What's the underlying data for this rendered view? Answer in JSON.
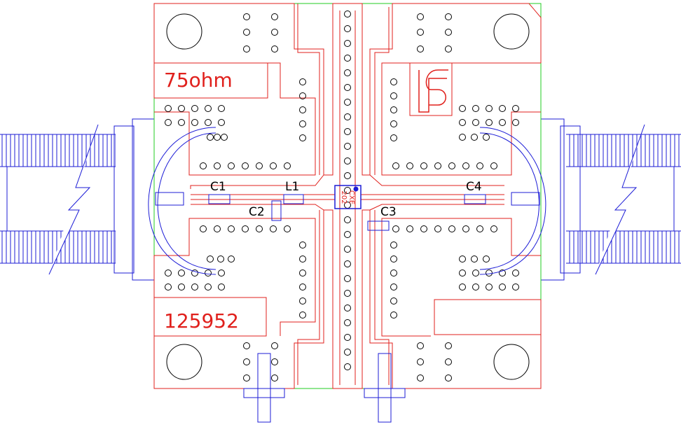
{
  "labels": {
    "impedance": "75ohm",
    "part_number": "125952",
    "ic_marking_line1": "CXE",
    "ic_marking_line2": "202",
    "components": [
      "C1",
      "L1",
      "C2",
      "C3",
      "C4"
    ]
  },
  "colors": {
    "copper_outline": "#e0201c",
    "silkscreen": "#1c1cd6",
    "board_edge": "#22cc22",
    "hole": "#000000",
    "text_red": "#e0201c"
  },
  "icons": {
    "logo": "company-logo-icon",
    "break_marks": "cable-break-icon",
    "mount_holes": "mounting-hole-icon",
    "connectors": "coax-connector-icon"
  }
}
